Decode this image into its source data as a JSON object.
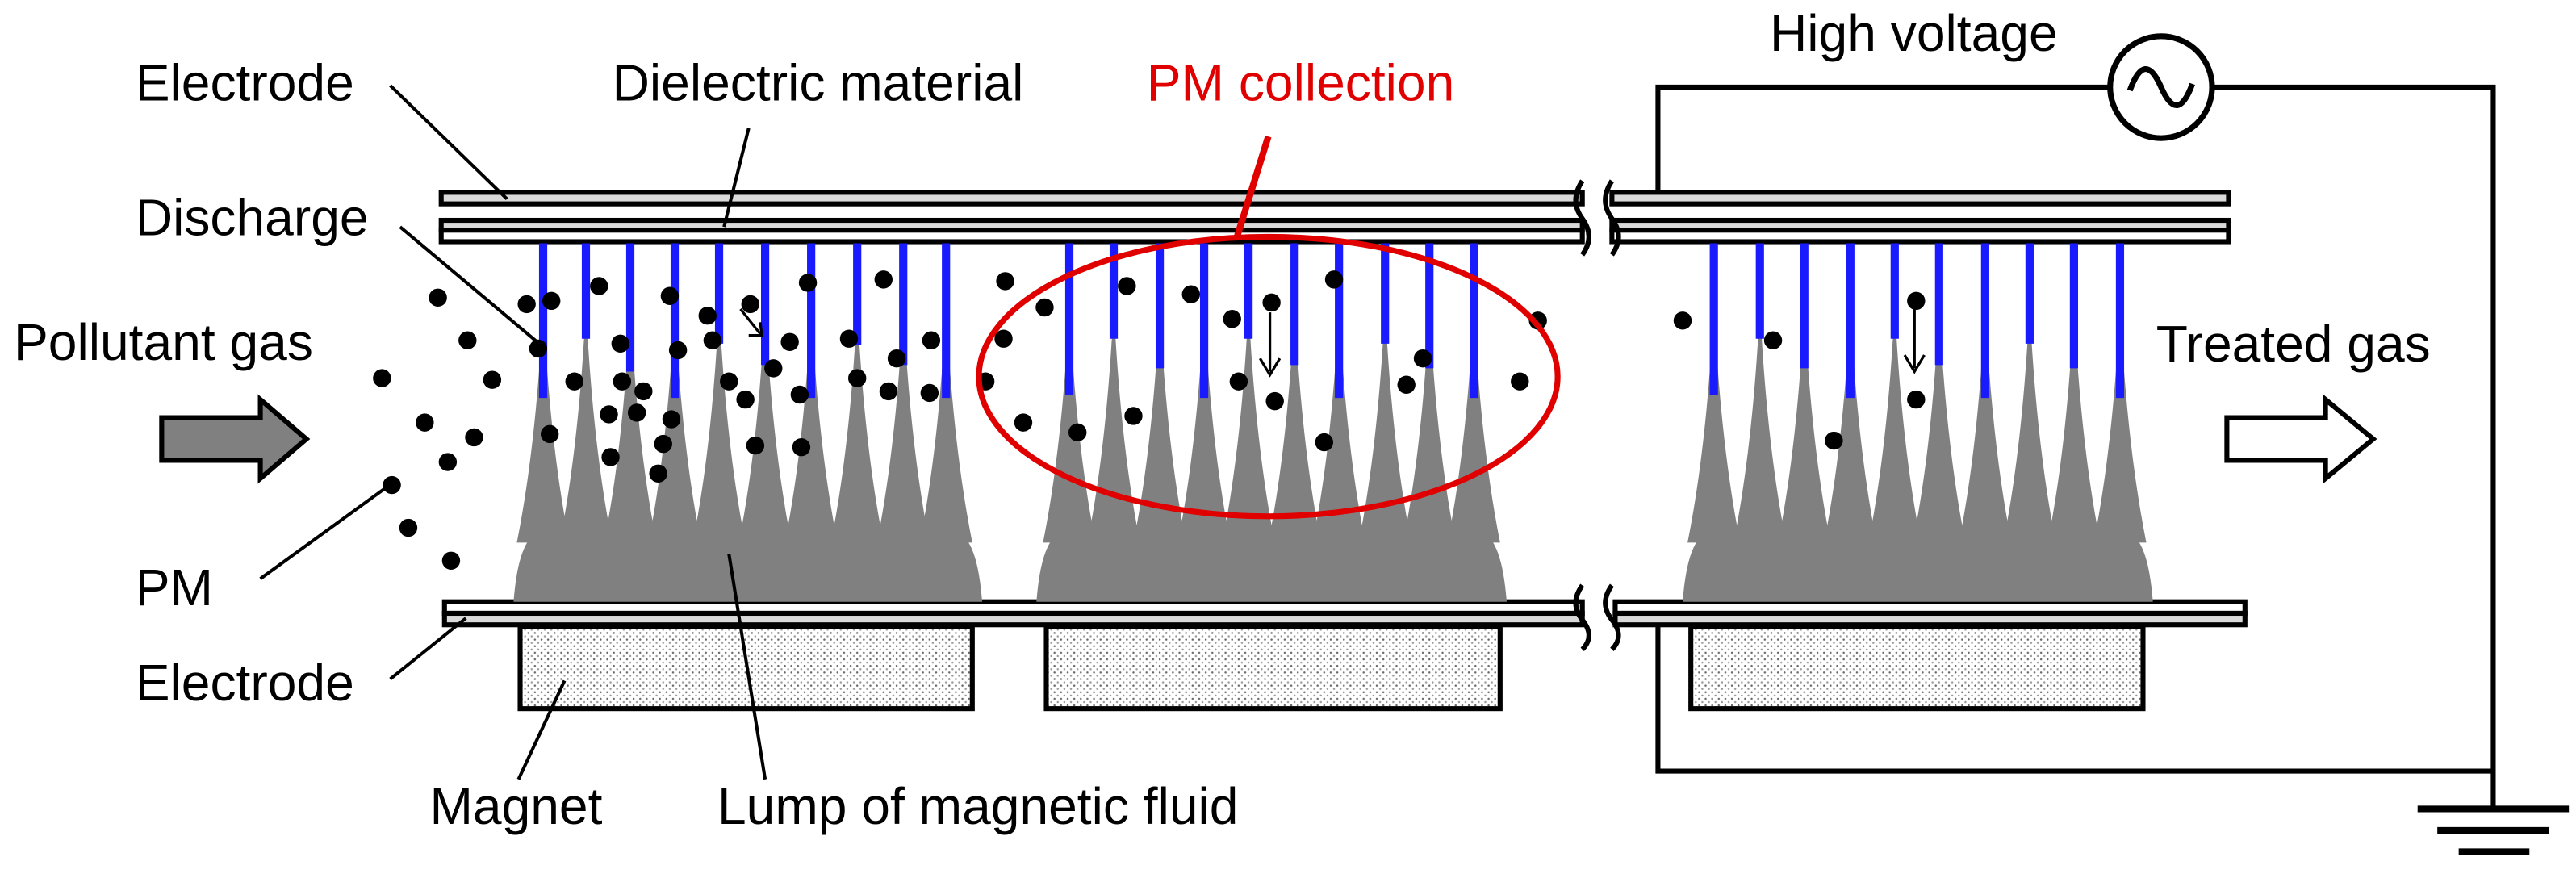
{
  "labels": {
    "electrode_top": "Electrode",
    "dielectric": "Dielectric material",
    "pm_collection": "PM collection",
    "high_voltage": "High voltage",
    "discharge": "Discharge",
    "pollutant_gas": "Pollutant gas",
    "treated_gas": "Treated gas",
    "pm": "PM",
    "electrode_bottom": "Electrode",
    "magnet": "Magnet",
    "lump": "Lump of magnetic fluid"
  },
  "colors": {
    "line": "#000000",
    "discharge": "#1a1aff",
    "fluid": "#808080",
    "highlight": "#e00000",
    "inlet_arrow": "#808080",
    "outlet_arrow": "#ffffff"
  },
  "icons": {
    "source": "ac-source-icon",
    "ground": "ground-icon"
  }
}
